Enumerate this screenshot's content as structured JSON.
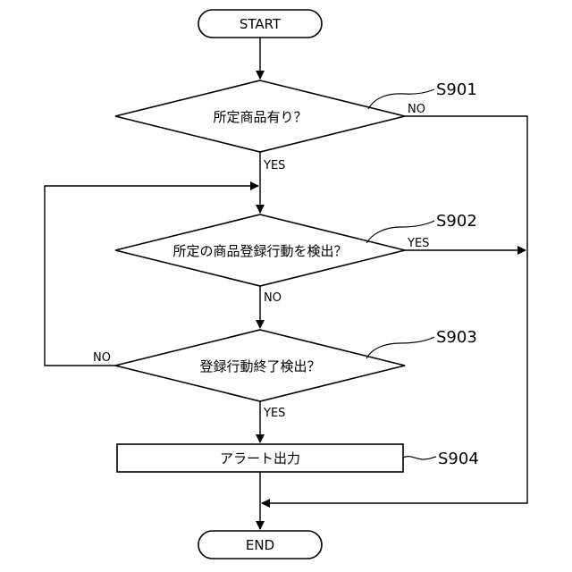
{
  "flow": {
    "start": "START",
    "end": "END",
    "s901": {
      "question": "所定商品有り？",
      "step": "S901",
      "no": "NO",
      "yes": "YES"
    },
    "s902": {
      "question": "所定の商品登録行動を検出？",
      "step": "S902",
      "yes": "YES",
      "no": "NO"
    },
    "s903": {
      "question": "登録行動終了検出？",
      "step": "S903",
      "no": "NO",
      "yes": "YES"
    },
    "s904": {
      "process": "アラート出力",
      "step": "S904"
    }
  },
  "colors": {
    "stroke": "#000000",
    "background": "#ffffff"
  }
}
